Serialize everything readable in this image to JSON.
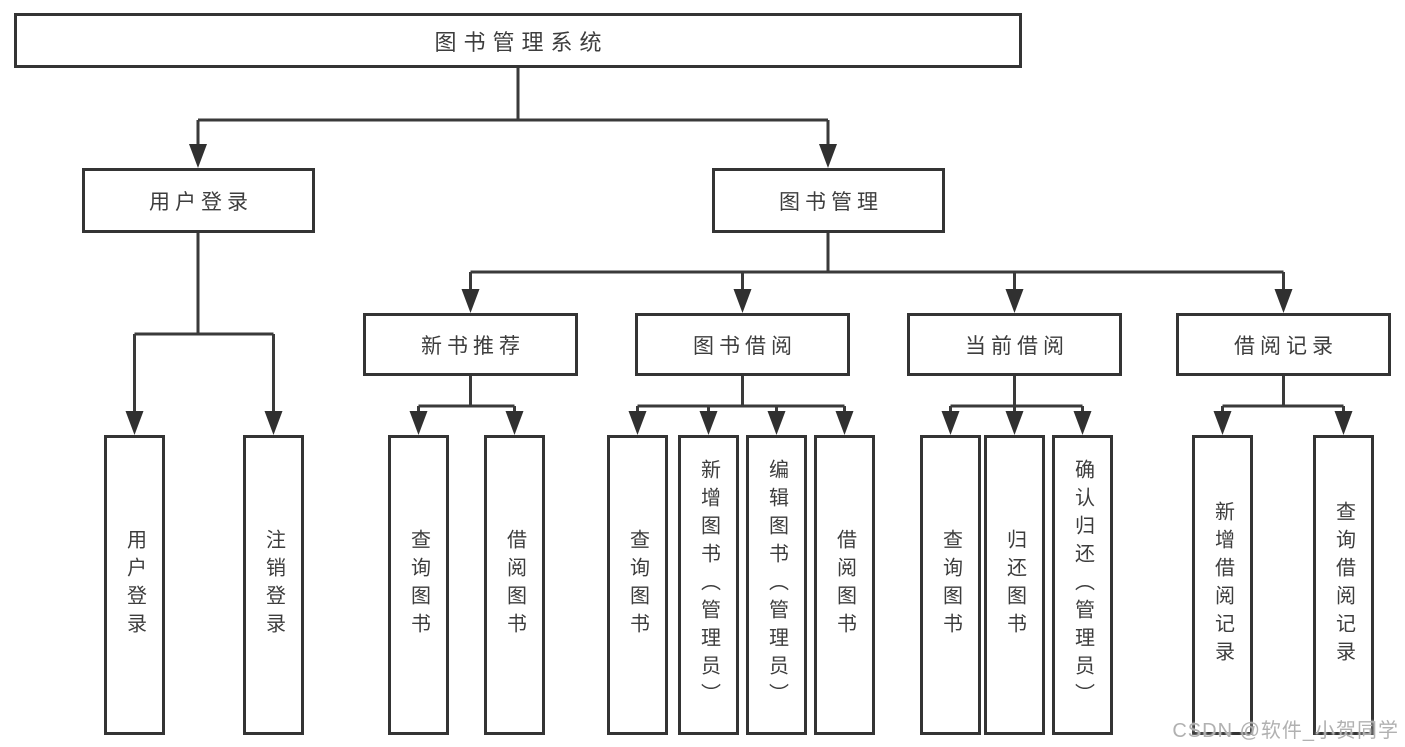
{
  "colors": {
    "line": "#3a3a3a",
    "box_border": "#343434",
    "text": "#3d3d3d",
    "box_bg": "#ffffff",
    "page_bg": "#ffffff",
    "watermark": "#b1b1b1"
  },
  "diagram": {
    "root": {
      "label": "图书管理系统"
    },
    "branches": [
      {
        "label": "用户登录",
        "leaves": [
          {
            "label": "用户登录"
          },
          {
            "label": "注销登录"
          }
        ]
      },
      {
        "label": "图书管理",
        "children": [
          {
            "label": "新书推荐",
            "leaves": [
              {
                "label": "查询图书"
              },
              {
                "label": "借阅图书"
              }
            ]
          },
          {
            "label": "图书借阅",
            "leaves": [
              {
                "label": "查询图书"
              },
              {
                "label": "新增图书（管理员）"
              },
              {
                "label": "编辑图书（管理员）"
              },
              {
                "label": "借阅图书"
              }
            ]
          },
          {
            "label": "当前借阅",
            "leaves": [
              {
                "label": "查询图书"
              },
              {
                "label": "归还图书"
              },
              {
                "label": "确认归还（管理员）"
              }
            ]
          },
          {
            "label": "借阅记录",
            "leaves": [
              {
                "label": "新增借阅记录"
              },
              {
                "label": "查询借阅记录"
              }
            ]
          }
        ]
      }
    ]
  },
  "watermark": {
    "text": "CSDN @软件_小贺同学"
  }
}
